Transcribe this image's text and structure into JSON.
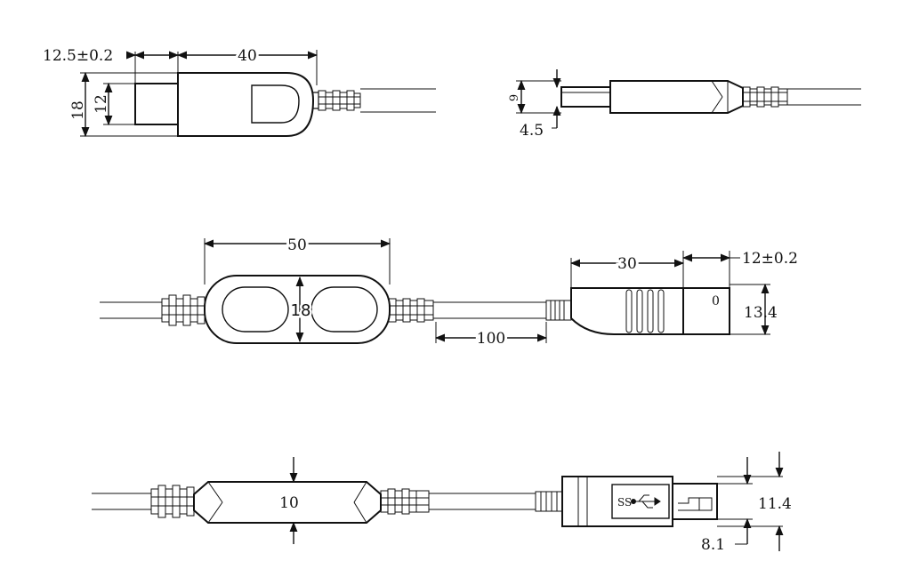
{
  "drawing": {
    "colors": {
      "line": "#111111",
      "background": "#ffffff"
    },
    "view1": {
      "dim_tip": "12.5±0.2",
      "dim_length": "40",
      "dim_height": "18",
      "dim_tip_height": "12"
    },
    "view2": {
      "dim_height": "9",
      "dim_thickness": "4.5"
    },
    "view3": {
      "dim_module_length": "50",
      "dim_module_height": "18",
      "dim_cable": "100",
      "dim_plug_length": "30",
      "dim_tip": "12±0.2",
      "dim_plug_height": "13.4",
      "plug_mark": "0"
    },
    "view4": {
      "dim_module_height": "10",
      "dim_plug_height": "11.4",
      "dim_tip_height": "8.1",
      "logo_text": "SS"
    }
  }
}
